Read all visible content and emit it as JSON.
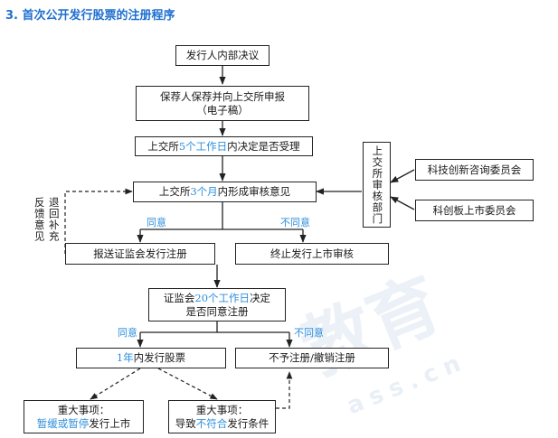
{
  "title": "3. 首次公开发行股票的注册程序",
  "nodes": {
    "n1": "发行人内部决议",
    "n2a": "保荐人保荐并向上交所申报",
    "n2b": "（电子稿）",
    "n3": {
      "pre": "上交所",
      "hl": "5个工作日",
      "post": "内决定是否受理"
    },
    "n4": {
      "pre": "上交所",
      "hl": "3个月",
      "post": "内形成审核意见"
    },
    "n5": "报送证监会发行注册",
    "n6": "终止发行上市审核",
    "n7": {
      "pre": "证监会",
      "hl": "20个工作日",
      "post": "决定",
      "line2": "是否同意注册"
    },
    "n8": {
      "hl": "1年",
      "post": "内发行股票"
    },
    "n9": "不予注册/撤销注册",
    "n10": {
      "line1": "重大事项：",
      "hl": "暂缓或暂停",
      "post": "发行上市"
    },
    "n11": {
      "line1": "重大事项：",
      "pre": "导致",
      "hl": "不符合",
      "post": "发行条件"
    },
    "side": "上交所审核部门",
    "r1": "科技创新咨询委员会",
    "r2": "科创板上市委员会"
  },
  "labels": {
    "agree1": "同意",
    "disagree1": "不同意",
    "agree2": "同意",
    "disagree2": "不同意",
    "feedback": "反馈意见",
    "supplement": "退回补充"
  },
  "colors": {
    "accent": "#2e8fdc",
    "title": "#1f6fd0",
    "line": "#222222"
  }
}
